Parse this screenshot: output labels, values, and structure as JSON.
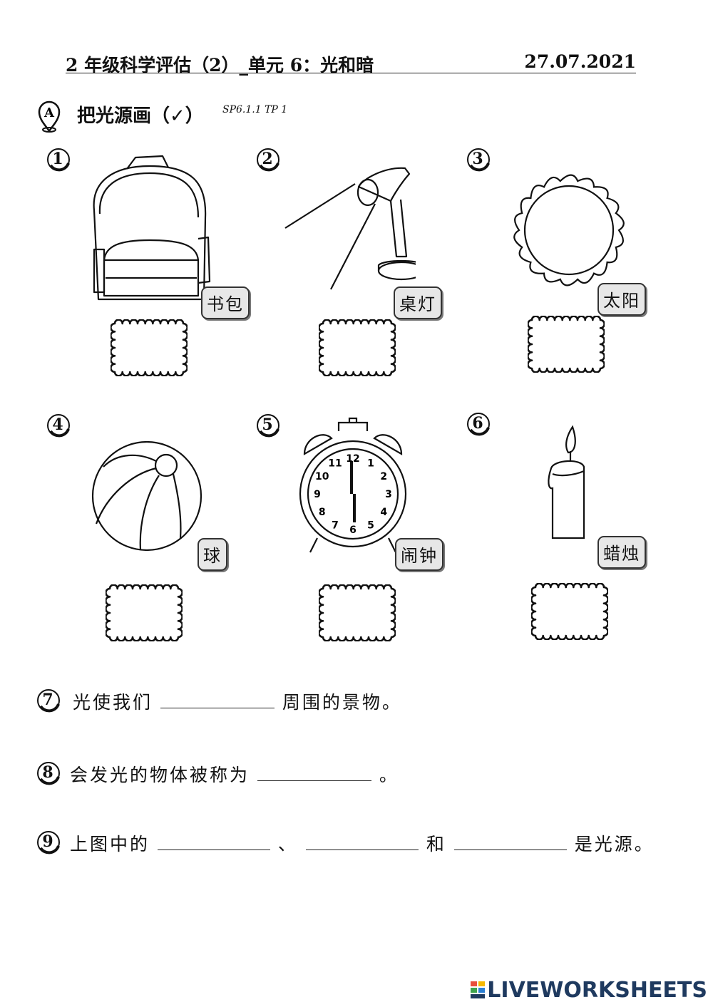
{
  "header": {
    "title": "2 年级科学评估（2）_单元  6：光和暗",
    "date": "27.07.2021"
  },
  "section": {
    "letter": "A",
    "title": "把光源画（✓）",
    "code": "SP6.1.1     TP 1"
  },
  "items": [
    {
      "num": "1",
      "label": "书包",
      "icon": "backpack-icon"
    },
    {
      "num": "2",
      "label": "桌灯",
      "icon": "desk-lamp-icon"
    },
    {
      "num": "3",
      "label": "太阳",
      "icon": "sun-icon"
    },
    {
      "num": "4",
      "label": "球",
      "icon": "ball-icon"
    },
    {
      "num": "5",
      "label": "闹钟",
      "icon": "alarm-clock-icon"
    },
    {
      "num": "6",
      "label": "蜡烛",
      "icon": "candle-icon"
    }
  ],
  "clock_digits": [
    "12",
    "1",
    "2",
    "3",
    "4",
    "5",
    "6",
    "7",
    "8",
    "9",
    "10",
    "11"
  ],
  "questions": [
    {
      "num": "7",
      "before": "光使我们",
      "after": "周围的景物。"
    },
    {
      "num": "8",
      "before": "会发光的物体被称为",
      "after": "。"
    },
    {
      "num": "9",
      "before": "上图中的",
      "sep1": "、",
      "sep2": "和",
      "after": "是光源。"
    }
  ],
  "footer": {
    "brand": "LIVEWORKSHEETS",
    "brand_color": "#1f3a5f"
  }
}
